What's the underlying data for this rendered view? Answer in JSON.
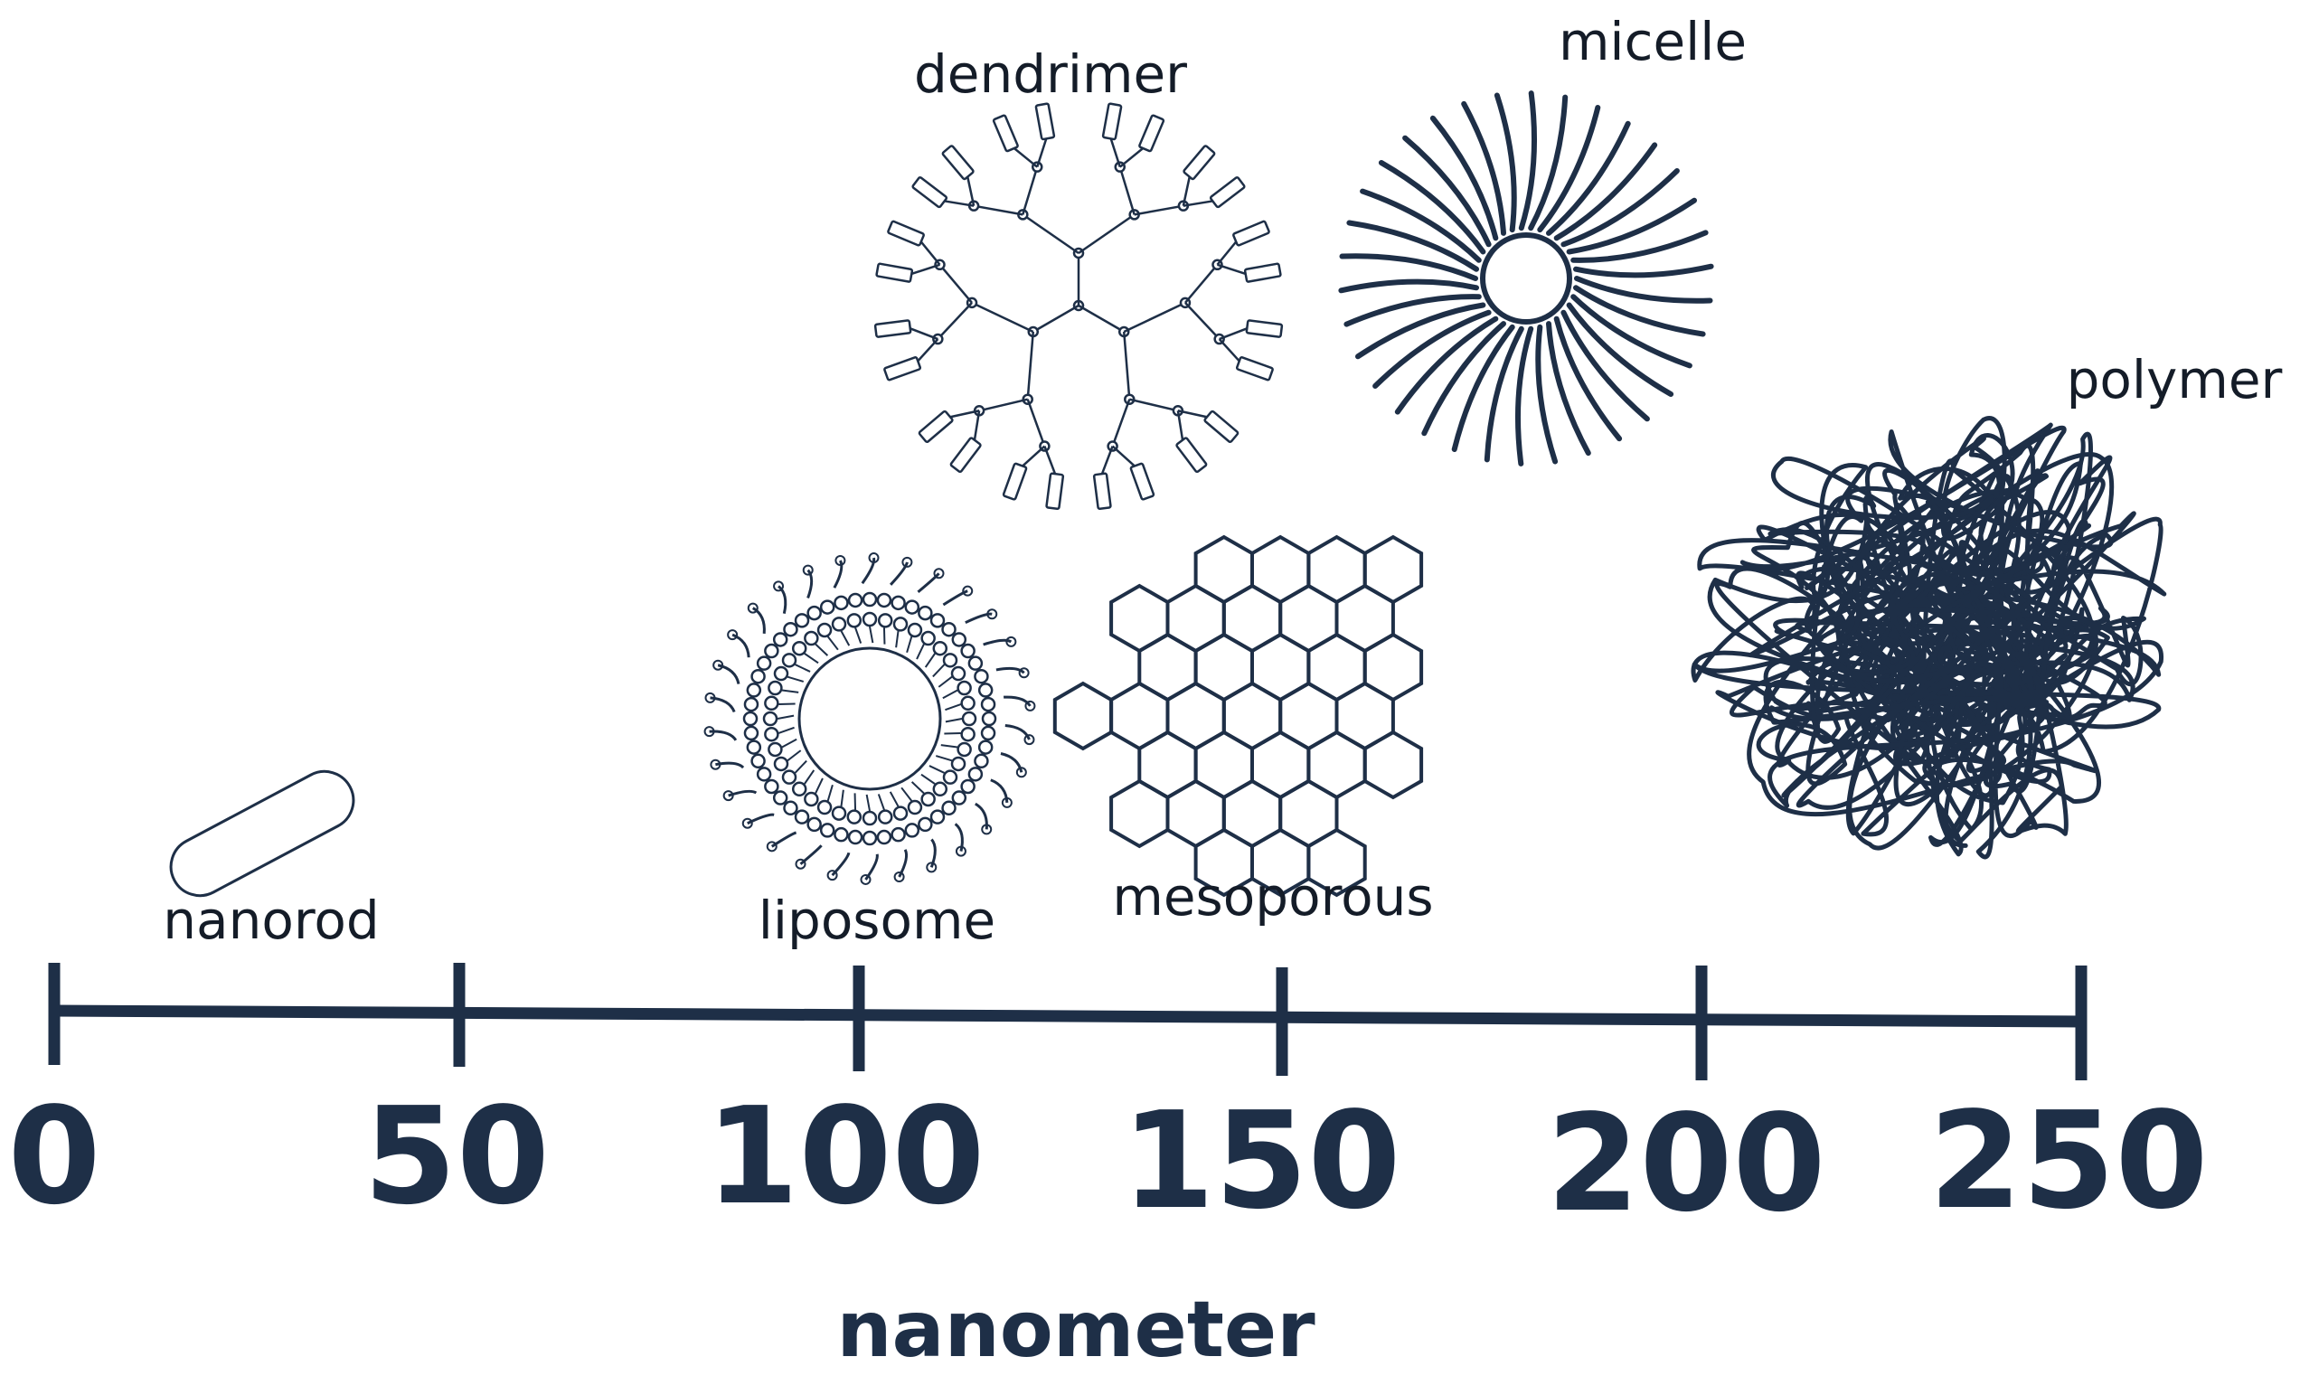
{
  "axis": {
    "title": "nanometer",
    "ticks": [
      "0",
      "50",
      "100",
      "150",
      "200",
      "250"
    ]
  },
  "particles": {
    "nanorod": "nanorod",
    "liposome": "liposome",
    "mesoporous": "mesoporous",
    "dendrimer": "dendrimer",
    "micelle": "micelle",
    "polymer": "polymer"
  },
  "colors": {
    "ink": "#1e2f47",
    "label": "#141c28",
    "background": "#ffffff"
  }
}
